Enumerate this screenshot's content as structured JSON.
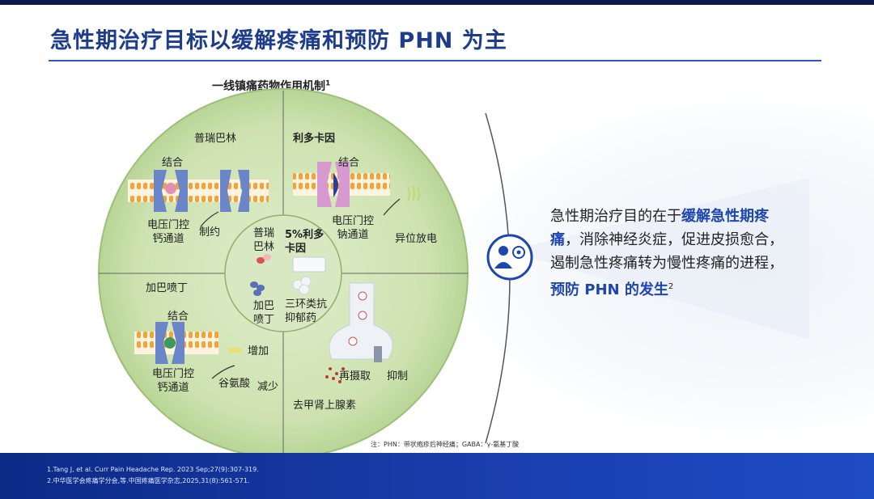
{
  "title": "急性期治疗目标以缓解疼痛和预防 PHN 为主",
  "diagram": {
    "heading": "一线镇痛药物作用机制",
    "heading_sup": "1",
    "q1": {
      "name": "普瑞巴林",
      "bind": "结合",
      "channel": "电压门控\n钙通道",
      "effect": "制约"
    },
    "q2": {
      "name": "利多卡因",
      "bind": "结合",
      "channel": "电压门控\n钠通道",
      "effect": "异位放电"
    },
    "q3": {
      "name": "加巴喷丁",
      "bind": "结合",
      "channel": "电压门控\n钙通道",
      "increase": "增加",
      "glutamate": "谷氨酸",
      "decrease": "减少"
    },
    "q4": {
      "name": "去甲肾上腺素",
      "reuptake": "再摄取",
      "inhibit": "抑制"
    },
    "center": {
      "pregabalin": "普瑞\n巴林",
      "lidocaine": "5%利多\n卡因",
      "gabapentin": "加巴\n喷丁",
      "tca": "三环类抗\n抑郁药"
    }
  },
  "callout": {
    "p1": "急性期治疗目的在于",
    "h1": "缓解急性期疼痛",
    "p2": "，消除神经炎症，促进皮损愈合，遏制急性疼痛转为慢性疼痛的进程，",
    "h2": "预防 PHN 的发生",
    "sup": "2"
  },
  "note": "注：PHN：带状疱疹后神经痛；GABA：γ-氨基丁酸",
  "references": [
    "1.Tang J, et al. Curr Pain Headache Rep. 2023 Sep;27(9):307-319.",
    "2.中华医学会疼痛学分会,等.中国疼痛医学杂志,2025,31(8):561-571."
  ],
  "colors": {
    "title": "#1d3c8c",
    "highlight": "#1d46b0",
    "circle": "#cfe3b4",
    "footer": "#1a3fb0"
  }
}
